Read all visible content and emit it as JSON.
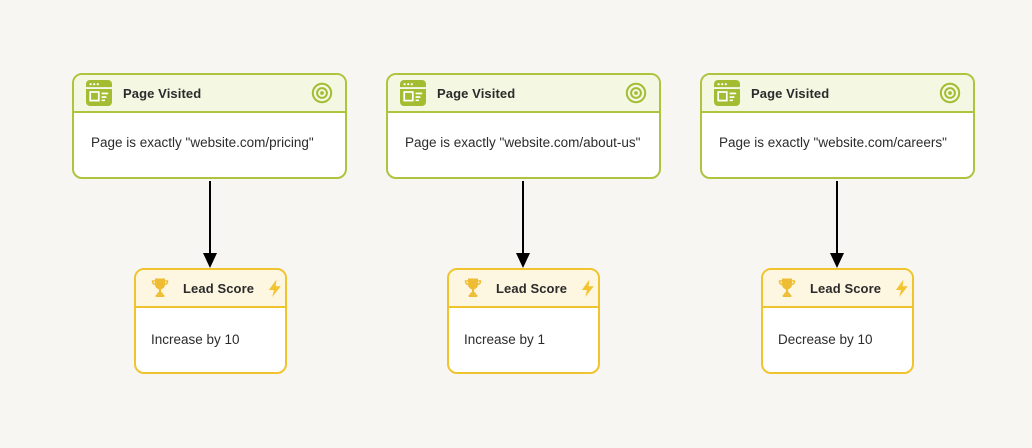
{
  "canvas": {
    "background": "#f7f6f3",
    "colors": {
      "trigger_border": "#aec43f",
      "trigger_header_bg": "#f4f8e3",
      "trigger_icon": "#a3bd33",
      "action_border": "#f0c42f",
      "action_header_bg": "#fdf6e1",
      "action_icon": "#eebd33",
      "arrow": "#000000",
      "body_bg": "#ffffff",
      "text": "#2b2b2b"
    }
  },
  "workflow": {
    "triggers": [
      {
        "title": "Page Visited",
        "condition": "Page is exactly \"website.com/pricing\"",
        "icon": "browser-page-icon",
        "corner_icon": "target-icon"
      },
      {
        "title": "Page Visited",
        "condition": "Page is exactly \"website.com/about-us\"",
        "icon": "browser-page-icon",
        "corner_icon": "target-icon"
      },
      {
        "title": "Page Visited",
        "condition": "Page is exactly \"website.com/careers\"",
        "icon": "browser-page-icon",
        "corner_icon": "target-icon"
      }
    ],
    "actions": [
      {
        "title": "Lead Score",
        "action": "Increase by 10",
        "icon": "trophy-icon",
        "corner_icon": "lightning-bolt-icon"
      },
      {
        "title": "Lead Score",
        "action": "Increase by 1",
        "icon": "trophy-icon",
        "corner_icon": "lightning-bolt-icon"
      },
      {
        "title": "Lead Score",
        "action": "Decrease by 10",
        "icon": "trophy-icon",
        "corner_icon": "lightning-bolt-icon"
      }
    ]
  }
}
